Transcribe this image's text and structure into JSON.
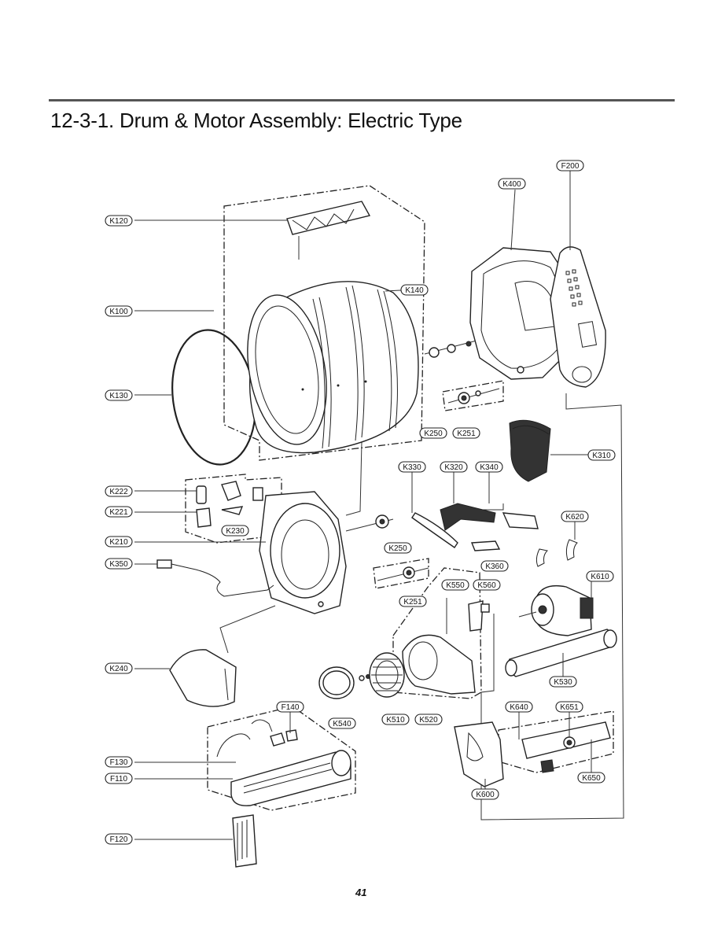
{
  "page": {
    "title": "12-3-1. Drum & Motor Assembly: Electric Type",
    "page_number": "41"
  },
  "callouts": [
    {
      "id": "F200",
      "text": "F200"
    },
    {
      "id": "K400",
      "text": "K400"
    },
    {
      "id": "K120",
      "text": "K120"
    },
    {
      "id": "K140",
      "text": "K140"
    },
    {
      "id": "K100",
      "text": "K100"
    },
    {
      "id": "K130",
      "text": "K130"
    },
    {
      "id": "K250a",
      "text": "K250"
    },
    {
      "id": "K251a",
      "text": "K251"
    },
    {
      "id": "K310",
      "text": "K310"
    },
    {
      "id": "K330",
      "text": "K330"
    },
    {
      "id": "K320",
      "text": "K320"
    },
    {
      "id": "K340",
      "text": "K340"
    },
    {
      "id": "K222",
      "text": "K222"
    },
    {
      "id": "K221",
      "text": "K221"
    },
    {
      "id": "K230",
      "text": "K230"
    },
    {
      "id": "K620",
      "text": "K620"
    },
    {
      "id": "K210",
      "text": "K210"
    },
    {
      "id": "K250b",
      "text": "K250"
    },
    {
      "id": "K360",
      "text": "K360"
    },
    {
      "id": "K350",
      "text": "K350"
    },
    {
      "id": "K610",
      "text": "K610"
    },
    {
      "id": "K550",
      "text": "K550"
    },
    {
      "id": "K560",
      "text": "K560"
    },
    {
      "id": "K251b",
      "text": "K251"
    },
    {
      "id": "K240",
      "text": "K240"
    },
    {
      "id": "K530",
      "text": "K530"
    },
    {
      "id": "F140",
      "text": "F140"
    },
    {
      "id": "K540",
      "text": "K540"
    },
    {
      "id": "K510",
      "text": "K510"
    },
    {
      "id": "K520",
      "text": "K520"
    },
    {
      "id": "K640",
      "text": "K640"
    },
    {
      "id": "K651",
      "text": "K651"
    },
    {
      "id": "F130",
      "text": "F130"
    },
    {
      "id": "F110",
      "text": "F110"
    },
    {
      "id": "K650",
      "text": "K650"
    },
    {
      "id": "K600",
      "text": "K600"
    },
    {
      "id": "F120",
      "text": "F120"
    }
  ]
}
